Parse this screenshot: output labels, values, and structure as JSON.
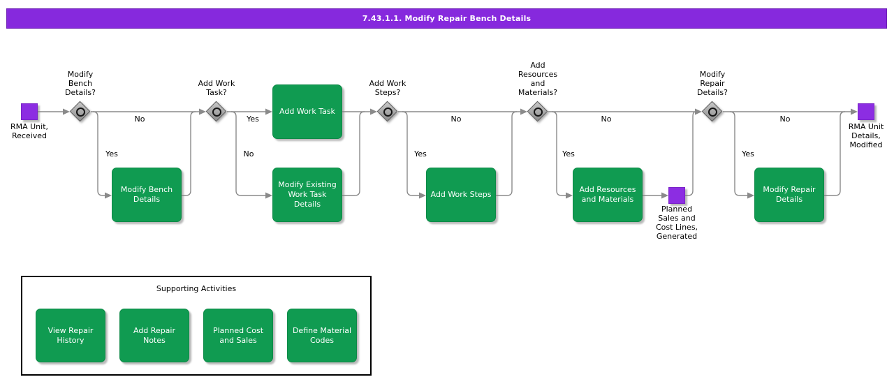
{
  "header": {
    "title": "7.43.1.1. Modify Repair Bench Details"
  },
  "flow": {
    "start_event": {
      "label": "RMA Unit,\nReceived"
    },
    "mid_event": {
      "label": "Planned\nSales and\nCost Lines,\nGenerated"
    },
    "end_event": {
      "label": "RMA Unit\nDetails,\nModified"
    },
    "gateways": [
      {
        "question": "Modify\nBench\nDetails?",
        "no": "No",
        "yes": "Yes"
      },
      {
        "question": "Add Work\nTask?",
        "yes": "Yes",
        "no": "No"
      },
      {
        "question": "Add Work\nSteps?",
        "no": "No",
        "yes": "Yes"
      },
      {
        "question": "Add\nResources\nand\nMaterials?",
        "no": "No",
        "yes": "Yes"
      },
      {
        "question": "Modify\nRepair\nDetails?",
        "no": "No",
        "yes": "Yes"
      }
    ],
    "tasks": [
      {
        "label": "Modify Bench\nDetails"
      },
      {
        "label": "Add Work Task"
      },
      {
        "label": "Modify Existing\nWork Task\nDetails"
      },
      {
        "label": "Add Work Steps"
      },
      {
        "label": "Add Resources\nand Materials"
      },
      {
        "label": "Modify Repair\nDetails"
      }
    ]
  },
  "supporting": {
    "title": "Supporting Activities",
    "items": [
      {
        "label": "View Repair\nHistory"
      },
      {
        "label": "Add Repair\nNotes"
      },
      {
        "label": "Planned Cost\nand Sales"
      },
      {
        "label": "Define Material\nCodes"
      }
    ]
  },
  "colors": {
    "header_purple": "#8629dd",
    "event_purple": "#8c2de2",
    "task_green": "#109b51",
    "connector_gray": "#8a8a8a",
    "gateway_gray": "#a9a9a9"
  }
}
